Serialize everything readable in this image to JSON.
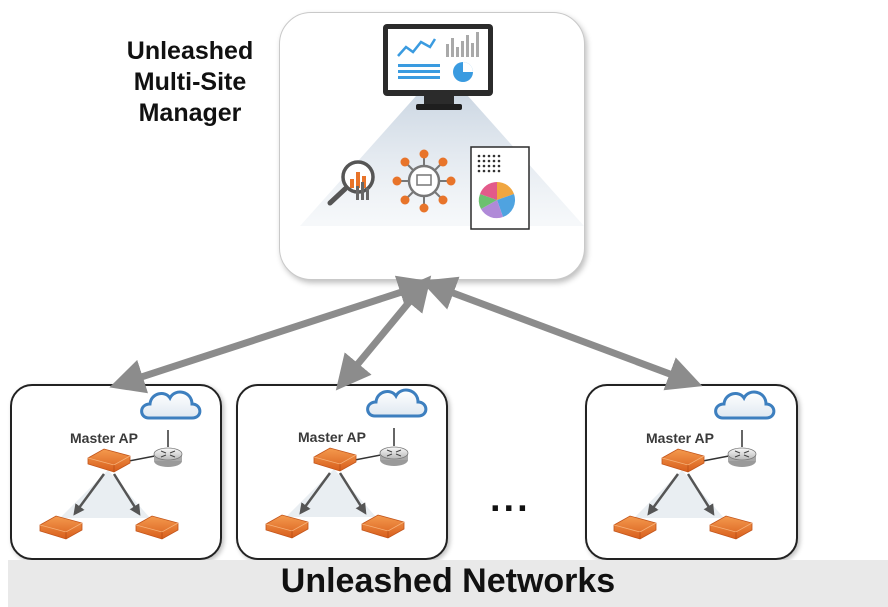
{
  "manager": {
    "title_lines": [
      "Unleashed",
      "Multi-Site",
      "Manager"
    ]
  },
  "sites": [
    {
      "master_label": "Master AP"
    },
    {
      "master_label": "Master AP"
    },
    {
      "master_label": "Master AP"
    }
  ],
  "ellipsis": "...",
  "footer": {
    "label": "Unleashed Networks"
  },
  "icons": [
    "monitor-icon",
    "line-chart-icon",
    "bar-chart-icon",
    "pie-chart-icon",
    "magnifier-chart-icon",
    "hub-network-icon",
    "report-document-icon",
    "cloud-icon",
    "router-icon",
    "access-point-icon"
  ],
  "colors": {
    "accent_orange": "#e8742a",
    "arrow_gray": "#8c8c8c",
    "chart_blue": "#3a9be0"
  }
}
